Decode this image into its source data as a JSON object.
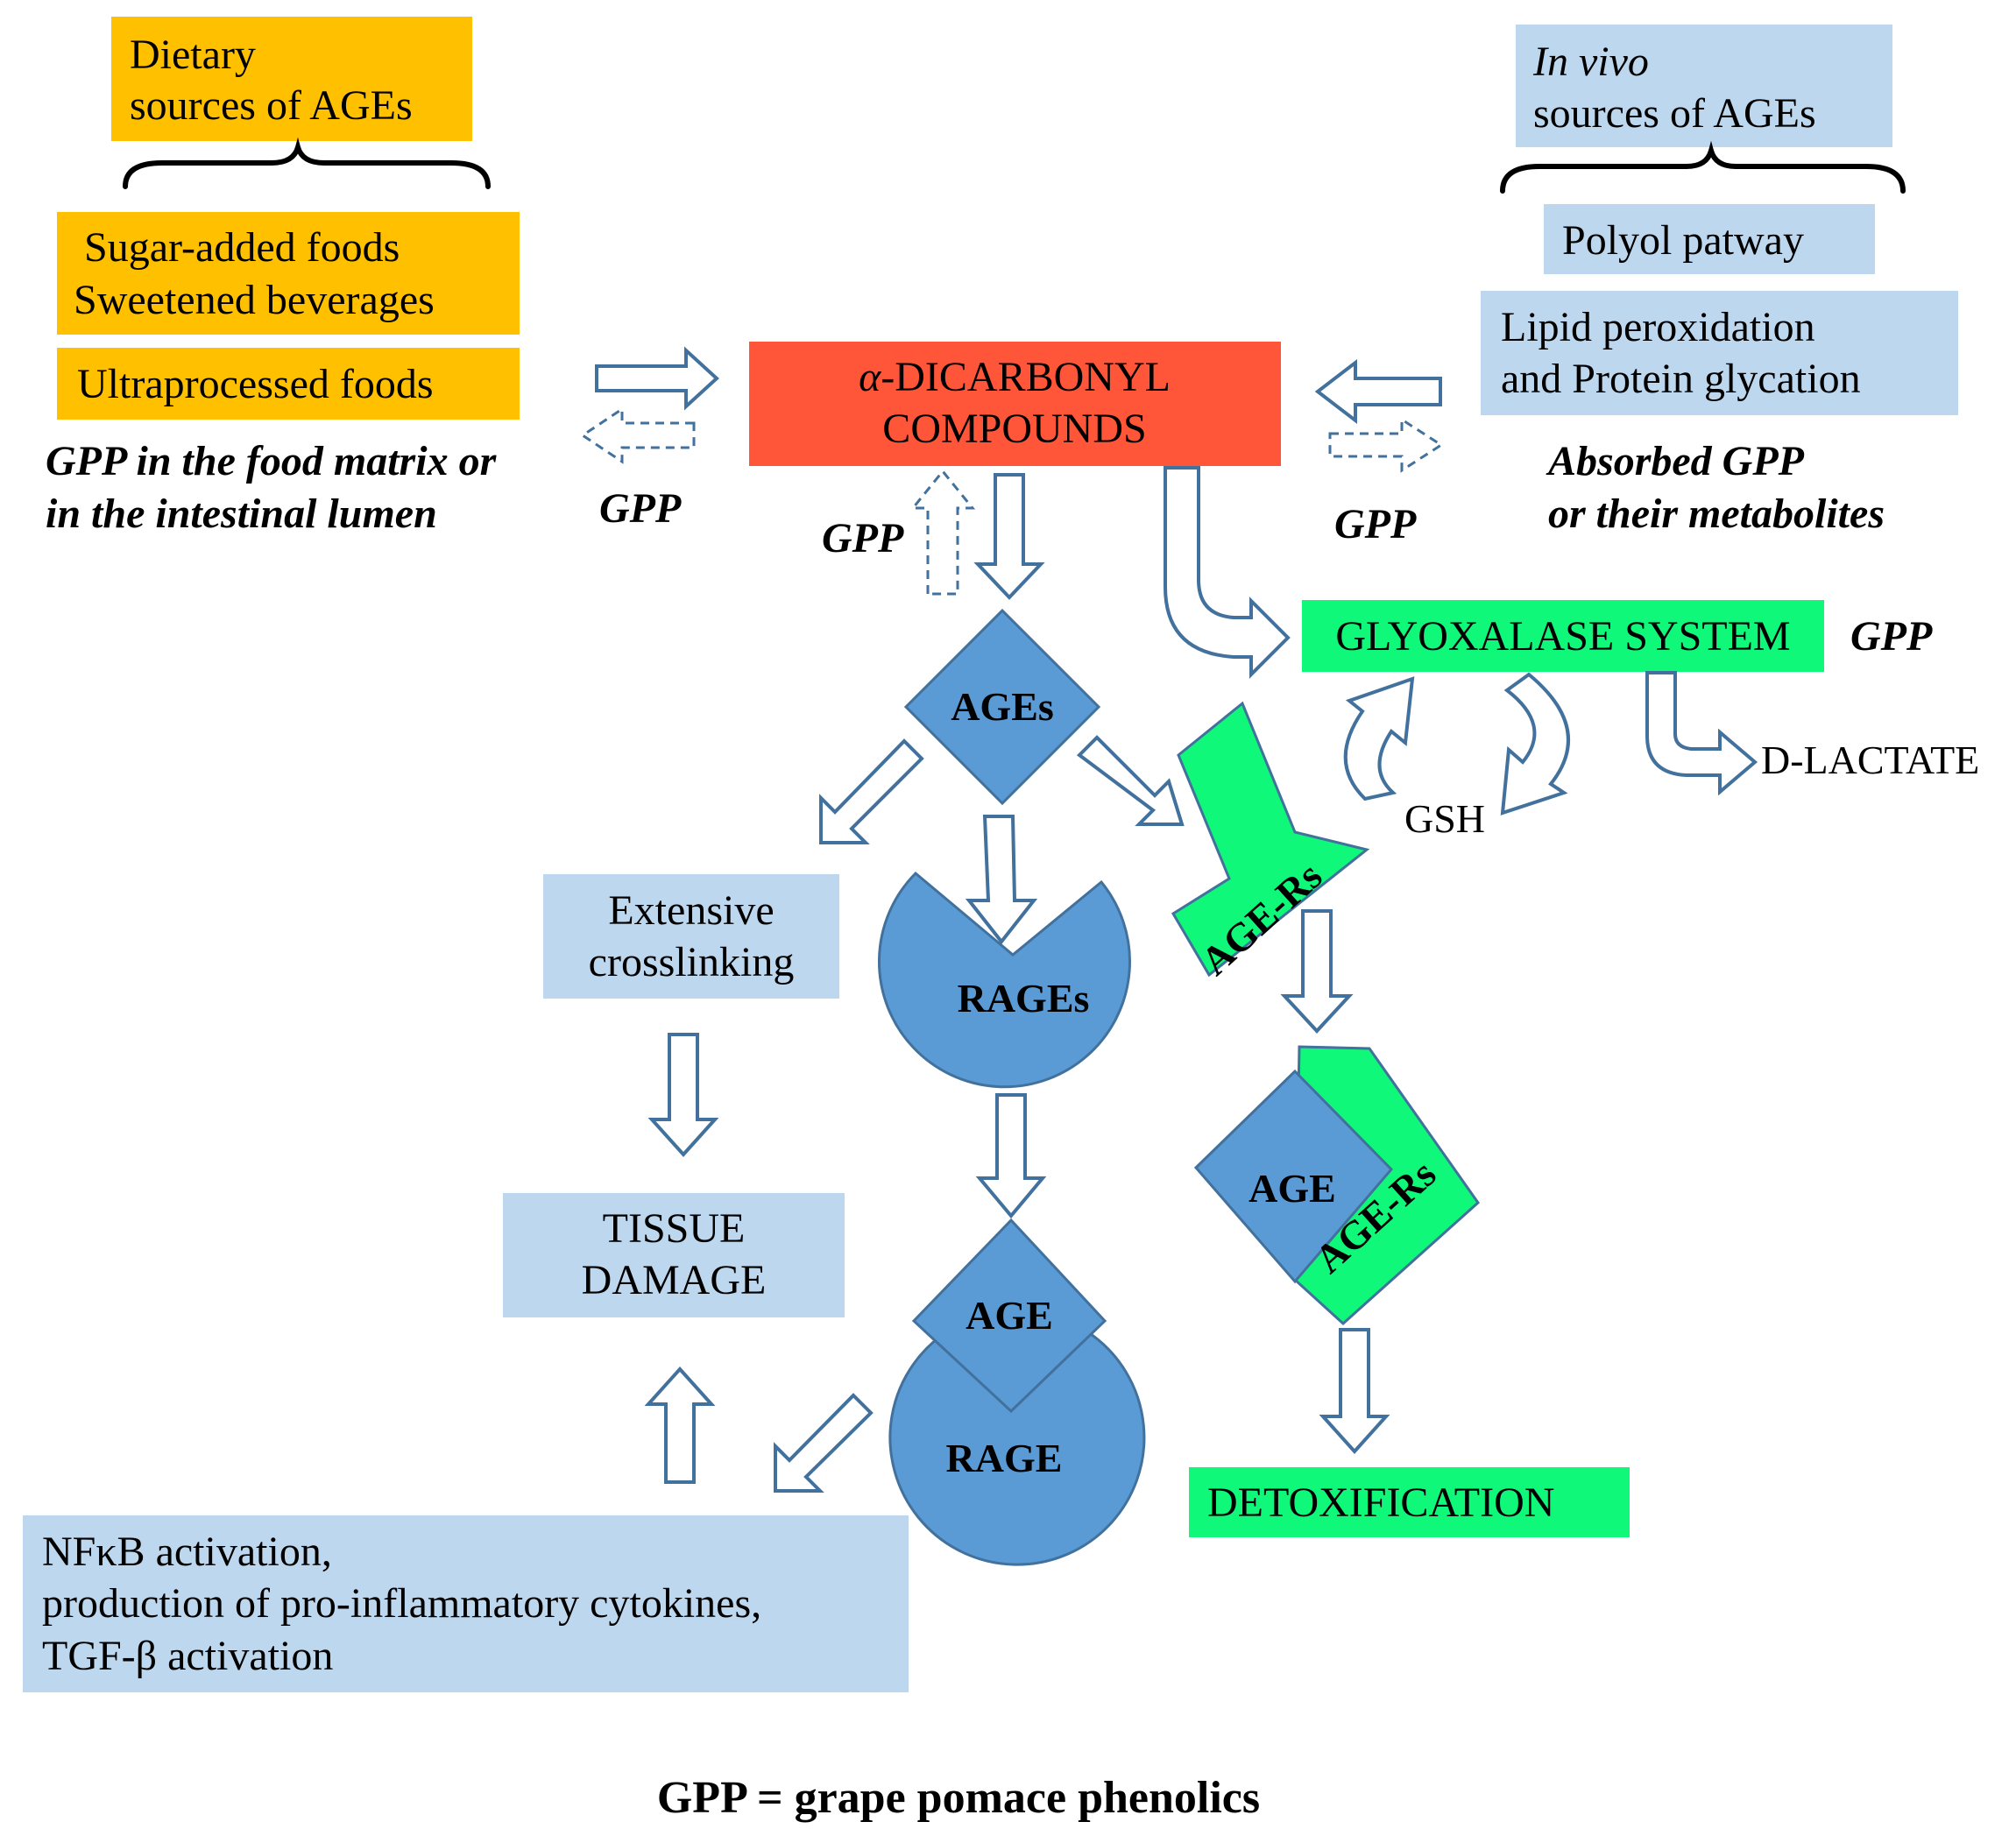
{
  "dietary": {
    "header": [
      "Dietary",
      "sources of AGEs"
    ],
    "items": [
      [
        "Sugar-added foods",
        "Sweetened beverages"
      ],
      [
        "Ultraprocessed foods"
      ]
    ],
    "gpp_note": [
      "GPP in the food matrix or",
      "in the intestinal lumen"
    ]
  },
  "in_vivo": {
    "header_italic": "In vivo",
    "header_rest": "sources of AGEs",
    "items": [
      [
        "Polyol patway"
      ],
      [
        "Lipid peroxidation",
        "and Protein glycation"
      ]
    ],
    "gpp_note": [
      "Absorbed GPP",
      "or their metabolites"
    ]
  },
  "dicarbonyl": {
    "alpha": "α",
    "line1_rest": "-DICARBONYL",
    "line2": "COMPOUNDS"
  },
  "gpp_label": "GPP",
  "glyoxalase": "GLYOXALASE SYSTEM",
  "gsh": "GSH",
  "d_lactate": "D-LACTATE",
  "ages": "AGEs",
  "rages": "RAGEs",
  "age_rs": "AGE-Rs",
  "age": "AGE",
  "rage": "RAGE",
  "crosslinking": [
    "Extensive",
    "crosslinking"
  ],
  "tissue_damage": [
    "TISSUE",
    "DAMAGE"
  ],
  "nfkb": [
    "NFκB activation,",
    "production of pro-inflammatory cytokines,",
    "TGF-β activation"
  ],
  "detox": "DETOXIFICATION",
  "footnote": "GPP = grape pomace phenolics",
  "colors": {
    "dietary": "#ffc000",
    "in_vivo": "#bdd7ee",
    "dicarbonyl": "#ff5538",
    "glyoxalase": "#10f87a",
    "receptor_blue": "#5b9bd5",
    "arrow_stroke": "#41719c"
  }
}
